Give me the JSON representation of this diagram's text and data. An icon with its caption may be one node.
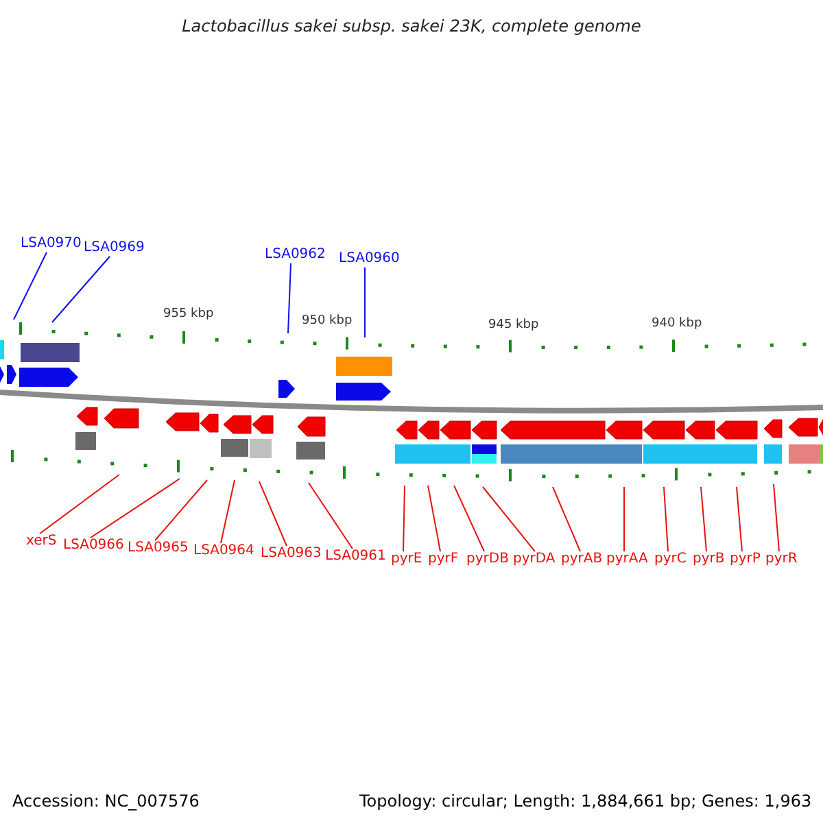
{
  "diagram": {
    "title": "Lactobacillus sakei subsp. sakei 23K, complete genome",
    "nodes": [
      {
        "text": [
          "LSA0970"
        ]
      },
      {
        "text": [
          "LSA0969"
        ]
      },
      {
        "text": [
          "LSA0962"
        ]
      },
      {
        "text": [
          "LSA0960"
        ]
      },
      {
        "text": [
          "xerS"
        ]
      },
      {
        "text": [
          "LSA0966"
        ]
      },
      {
        "text": [
          "LSA0965"
        ]
      },
      {
        "text": [
          "LSA0964"
        ]
      },
      {
        "text": [
          "LSA0963"
        ]
      },
      {
        "text": [
          "LSA0961"
        ]
      },
      {
        "text": [
          "pyrE"
        ]
      },
      {
        "text": [
          "pyrF"
        ]
      },
      {
        "text": [
          "pyrDB"
        ]
      },
      {
        "text": [
          "pyrDA"
        ]
      },
      {
        "text": [
          "pyrAB"
        ]
      },
      {
        "text": [
          "pyrAA"
        ]
      },
      {
        "text": [
          "pyrC"
        ]
      },
      {
        "text": [
          "pyrB"
        ]
      },
      {
        "text": [
          "pyrP"
        ]
      },
      {
        "text": [
          "pyrR"
        ]
      }
    ],
    "edges": [
      {
        "from": 0,
        "to": null,
        "arrow": "none",
        "color": "#1010e8"
      },
      {
        "from": 1,
        "to": null,
        "arrow": "none",
        "color": "#1010e8"
      },
      {
        "from": 2,
        "to": null,
        "arrow": "none",
        "color": "#1010e8"
      },
      {
        "from": 3,
        "to": null,
        "arrow": "none",
        "color": "#1010e8"
      },
      {
        "from": 4,
        "to": null,
        "arrow": "none"
      },
      {
        "from": 5,
        "to": null,
        "arrow": "none"
      },
      {
        "from": 6,
        "to": null,
        "arrow": "none"
      },
      {
        "from": 7,
        "to": null,
        "arrow": "none"
      },
      {
        "from": 8,
        "to": null,
        "arrow": "none"
      },
      {
        "from": 9,
        "to": null,
        "arrow": "none"
      },
      {
        "from": 10,
        "to": null,
        "arrow": "none"
      },
      {
        "from": 11,
        "to": null,
        "arrow": "none"
      },
      {
        "from": 12,
        "to": null,
        "arrow": "none"
      },
      {
        "from": 13,
        "to": null,
        "arrow": "none"
      },
      {
        "from": 14,
        "to": null,
        "arrow": "none"
      },
      {
        "from": 15,
        "to": null,
        "arrow": "none"
      },
      {
        "from": 16,
        "to": null,
        "arrow": "none"
      },
      {
        "from": 17,
        "to": null,
        "arrow": "none"
      },
      {
        "from": 18,
        "to": null,
        "arrow": "none"
      },
      {
        "from": 19,
        "to": null,
        "arrow": "none"
      }
    ],
    "labels": [
      "955 kbp",
      "950 kbp",
      "945 kbp",
      "940 kbp",
      "Accession: NC_007576",
      "Topology: circular; Length: 1,884,661 bp; Genes: 1,963"
    ]
  }
}
